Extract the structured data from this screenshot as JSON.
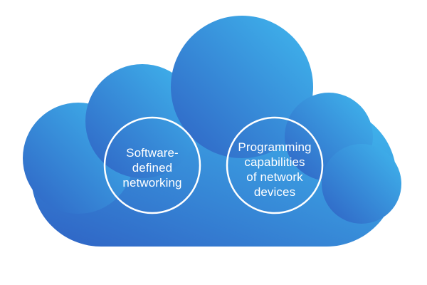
{
  "diagram": {
    "colors": {
      "cloud_gradient_start": "#2f62c4",
      "cloud_gradient_end": "#40b8ee",
      "circle_stroke": "#ffffff",
      "text": "#ffffff",
      "background": "#ffffff"
    },
    "nodes": [
      {
        "id": "software-defined-networking",
        "lines": [
          "Software-",
          "defined",
          "networking"
        ]
      },
      {
        "id": "programming-capabilities",
        "lines": [
          "Programming",
          "capabilities",
          "of network",
          "devices"
        ]
      }
    ]
  }
}
